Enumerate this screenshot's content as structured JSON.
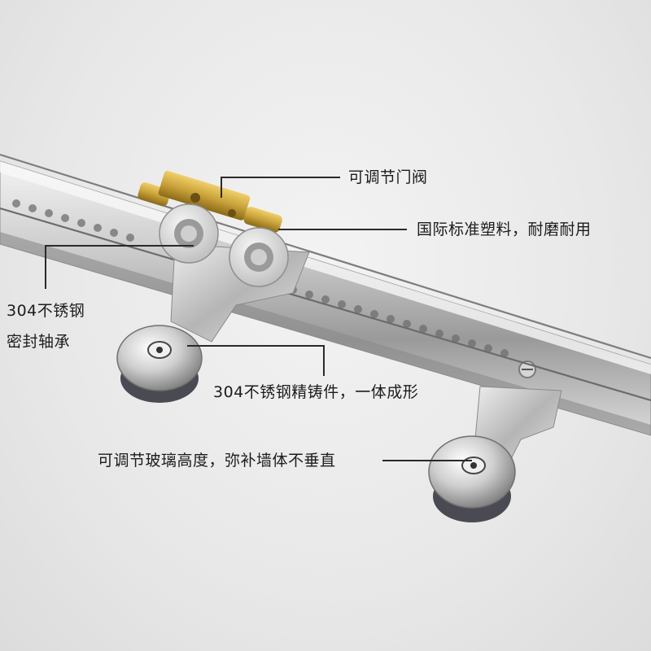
{
  "callouts": {
    "door_valve": "可调节门阀",
    "plastic": "国际标准塑料，耐磨耐用",
    "bearing_line1": "304不锈钢",
    "bearing_line2": "密封轴承",
    "casting": "304不锈钢精铸件，一体成形",
    "glass_height": "可调节玻璃高度，弥补墙体不垂直"
  },
  "colors": {
    "background": "#ececec",
    "steel": "#c9c9c9",
    "brass": "#c9a23a",
    "leader_line": "#2a2a2a",
    "text": "#1c1c1c"
  }
}
